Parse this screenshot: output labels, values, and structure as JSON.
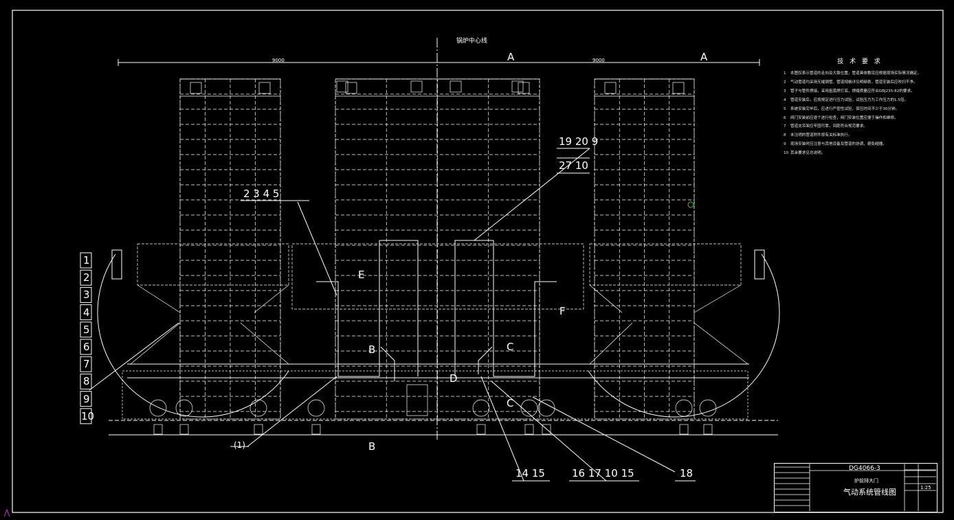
{
  "drawing": {
    "centerline_label": "锅炉中心线",
    "dim_left": "9000",
    "dim_right": "9000",
    "section_marks": {
      "A": "A",
      "B": "B",
      "C": "C",
      "D": "D",
      "E": "E",
      "F": "F"
    },
    "callouts": {
      "c_19_20_9": "19 20 9",
      "c_27_10": "27 10",
      "c_2_3_4_5": "2  3  4  5",
      "c_paren_1": "(1)",
      "c_14_15": "14 15",
      "c_16_17_10_15": "16 17 10 15",
      "c_18": "18"
    },
    "left_column_numbers": [
      "1",
      "2",
      "3",
      "4",
      "5",
      "6",
      "7",
      "8",
      "9",
      "10"
    ]
  },
  "technical_notes": {
    "title": "技 术 要 求",
    "items": [
      {
        "num": "1",
        "text": "本图仅表示管道的走向及大致位置，管道具体敷设应根据现场实际情况确定。"
      },
      {
        "num": "",
        "text": ""
      },
      {
        "num": "2",
        "text": "气动管道均采用无缝钢管，管道规格详见明细表，管道安装后应吹扫干净。"
      },
      {
        "num": "",
        "text": ""
      },
      {
        "num": "3",
        "text": "管子与管件焊接，采用氩弧焊打底，焊缝质量应符合GBJ235-82的要求。"
      },
      {
        "num": "",
        "text": ""
      },
      {
        "num": "4",
        "text": "管道安装后，应按规定进行压力试验，试验压力为工作压力的1.5倍。"
      },
      {
        "num": "",
        "text": ""
      },
      {
        "num": "",
        "text": ""
      },
      {
        "num": "",
        "text": ""
      },
      {
        "num": "",
        "text": ""
      },
      {
        "num": "",
        "text": ""
      },
      {
        "num": "5",
        "text": "系统安装完毕后，应进行严密性试验，保压时间不少于30分钟。"
      },
      {
        "num": "",
        "text": ""
      },
      {
        "num": "6",
        "text": "阀门安装前应逐个进行检查，阀门安装位置应便于操作和维修。"
      },
      {
        "num": "",
        "text": ""
      },
      {
        "num": "",
        "text": ""
      },
      {
        "num": "",
        "text": ""
      },
      {
        "num": "7",
        "text": "管道支吊架应牢固可靠，间距符合规范要求。"
      },
      {
        "num": "",
        "text": ""
      },
      {
        "num": "8",
        "text": "未注明的管道附件按有关标准执行。"
      },
      {
        "num": "9",
        "text": "现场安装时应注意与其他设备及管道的协调，避免碰撞。"
      },
      {
        "num": "",
        "text": ""
      },
      {
        "num": "10",
        "text": "其余要求见总说明。"
      }
    ]
  },
  "title_block": {
    "drawing_no": "DG4066-3",
    "sub_title": "炉前排大门",
    "main_title": "气动系统管线图",
    "scale": "1:25"
  },
  "colors": {
    "background": "#000000",
    "lines": "#ffffff",
    "accent_green": "#33cc33",
    "magenta": "#cc33cc"
  }
}
